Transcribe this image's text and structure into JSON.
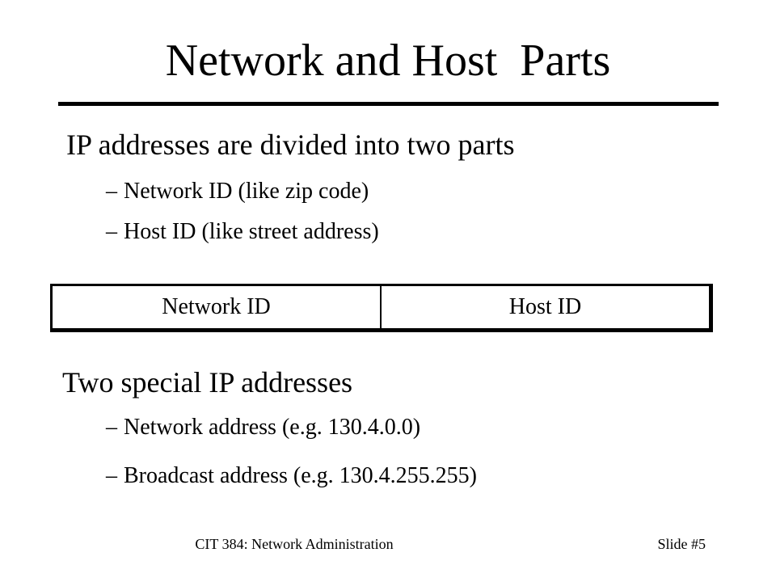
{
  "slide": {
    "title": "Network and Host  Parts",
    "section1": {
      "heading": "IP addresses are divided into two parts",
      "bullets": [
        "Network ID (like zip code)",
        "Host ID (like street address)"
      ]
    },
    "id_table": {
      "cells": [
        "Network ID",
        "Host ID"
      ]
    },
    "section2": {
      "heading": "Two special IP addresses",
      "bullets": [
        "Network address (e.g. 130.4.0.0)",
        "Broadcast address (e.g. 130.4.255.255)"
      ]
    },
    "dash": "–",
    "footer": {
      "course": "CIT 384: Network Administration",
      "slide_number": "Slide #5"
    }
  }
}
